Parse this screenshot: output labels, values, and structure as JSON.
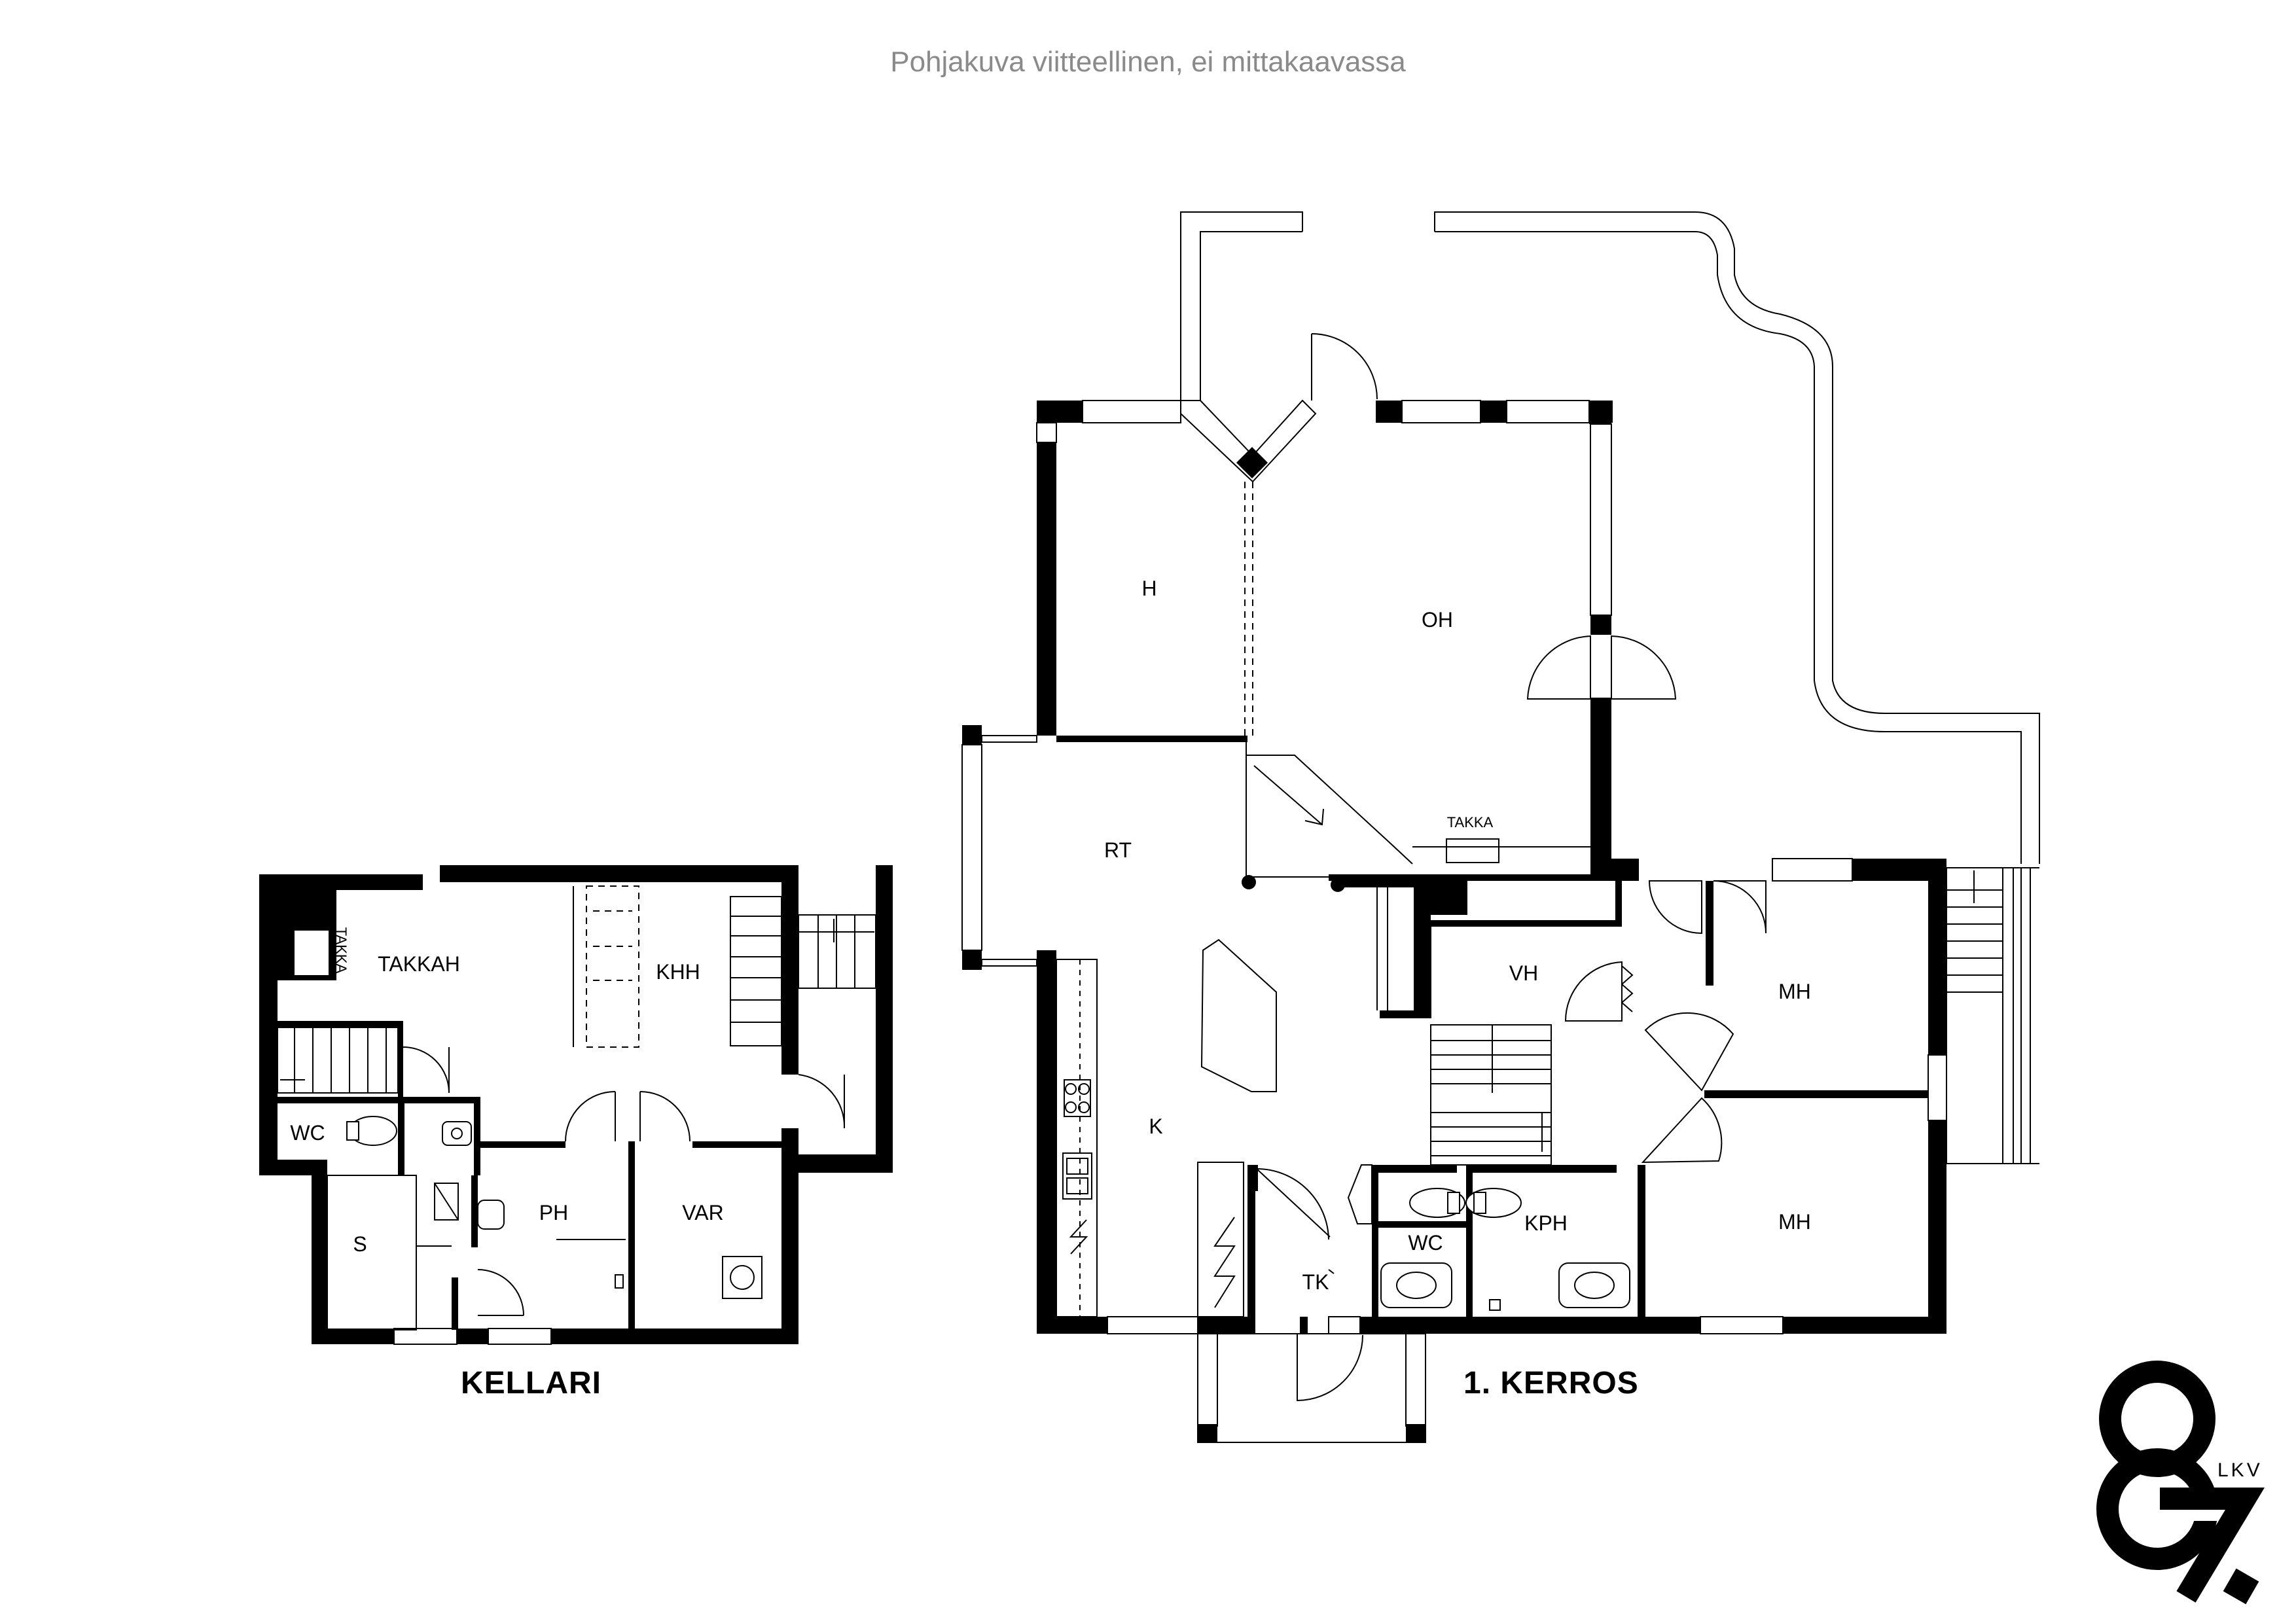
{
  "disclaimer": "Pohjakuva viitteellinen, ei mittakaavassa",
  "floors": {
    "basement": {
      "title": "KELLARI",
      "rooms": {
        "takkah": "TAKKAH",
        "takka": "TAKKA",
        "khh": "KHH",
        "wc": "WC",
        "ph": "PH",
        "var": "VAR",
        "s": "S"
      }
    },
    "first": {
      "title": "1. KERROS",
      "rooms": {
        "h": "H",
        "oh": "OH",
        "rt": "RT",
        "takka": "TAKKA",
        "k": "K",
        "vh": "VH",
        "mh1": "MH",
        "mh2": "MH",
        "wc": "WC",
        "kph": "KPH",
        "tk": "TK"
      }
    }
  },
  "logo": {
    "mark": "87",
    "label": "LKV"
  },
  "colors": {
    "wall": "#000000",
    "line": "#000000",
    "disclaimer": "#8a8a8a",
    "background": "#ffffff"
  }
}
